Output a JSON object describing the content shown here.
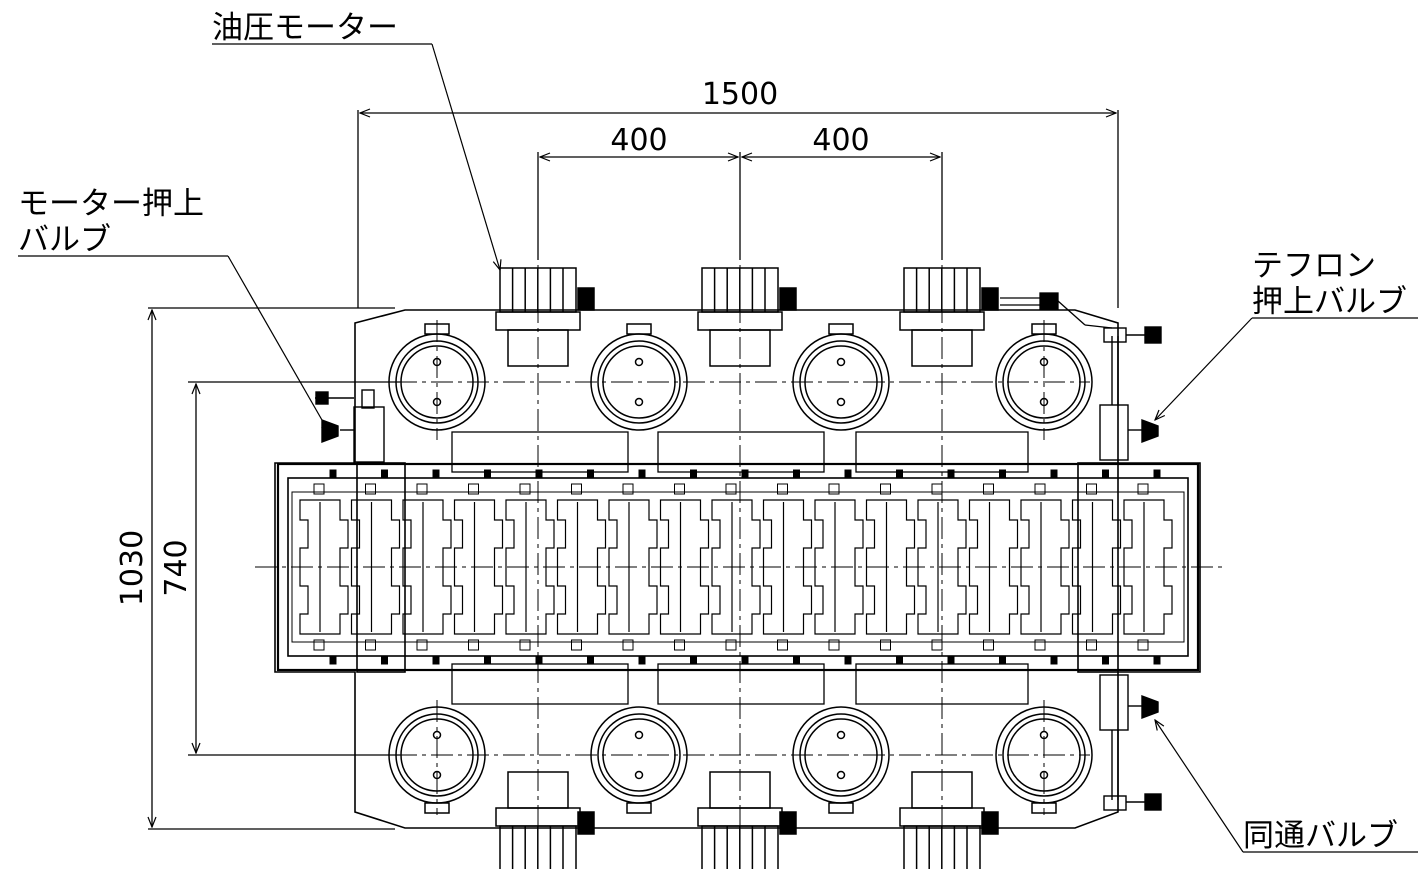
{
  "labels": {
    "hydraulic_motor": "油圧モーター",
    "motor_pushup_line1": "モーター押上",
    "motor_pushup_line2": "バルブ",
    "teflon_line1": "テフロン",
    "teflon_line2": "押上バルブ",
    "communication_valve": "同通バルブ"
  },
  "dimensions": {
    "overall_width": "1500",
    "pitch_left": "400",
    "pitch_right": "400",
    "overall_height": "1030",
    "inner_height": "740"
  },
  "colors": {
    "line": "#000000",
    "background": "#ffffff"
  }
}
